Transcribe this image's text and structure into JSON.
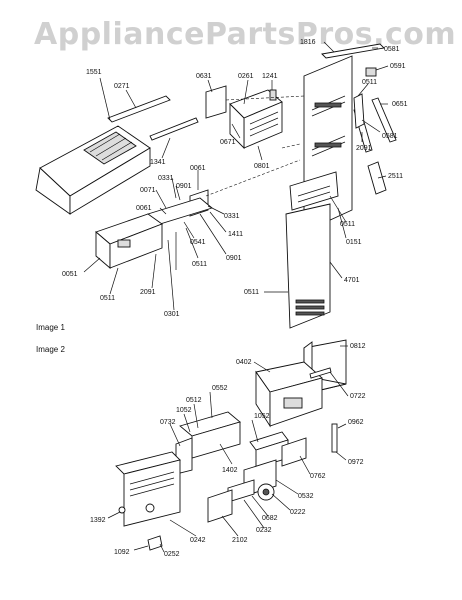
{
  "watermark": "AppliancePartsPros.com",
  "sections": [
    "Image 1",
    "Image 2"
  ],
  "labels": {
    "l1816": "1816",
    "l0581a": "0581",
    "l0591": "0591",
    "l0511a": "0511",
    "l0651": "0651",
    "l0581b": "0581",
    "l2091a": "2091",
    "l2511": "2511",
    "l1551": "1551",
    "l0271": "0271",
    "l0631": "0631",
    "l0261": "0261",
    "l1241": "1241",
    "l0671": "0671",
    "l0801": "0801",
    "l1341": "1341",
    "l0061a": "0061",
    "l0331a": "0331",
    "l0071": "0071",
    "l0901a": "0901",
    "l0061b": "0061",
    "l0331b": "0331",
    "l1411": "1411",
    "l0541": "0541",
    "l0901b": "0901",
    "l0511b": "0511",
    "l0151": "0151",
    "l4701": "4701",
    "l0511c": "0511",
    "l0051": "0051",
    "l0511d": "0511",
    "l2091b": "2091",
    "l0511e": "0511",
    "l0301": "0301",
    "l0402": "0402",
    "l0812": "0812",
    "l0552": "0552",
    "l0512": "0512",
    "l1052a": "1052",
    "l1052b": "1052",
    "l0732": "0732",
    "l0722": "0722",
    "l0962": "0962",
    "l0972": "0972",
    "l1402": "1402",
    "l0762": "0762",
    "l0532": "0532",
    "l0222": "0222",
    "l0682": "0682",
    "l0232": "0232",
    "l2102": "2102",
    "l0242": "0242",
    "l1392": "1392",
    "l1092": "1092",
    "l0252": "0252"
  }
}
